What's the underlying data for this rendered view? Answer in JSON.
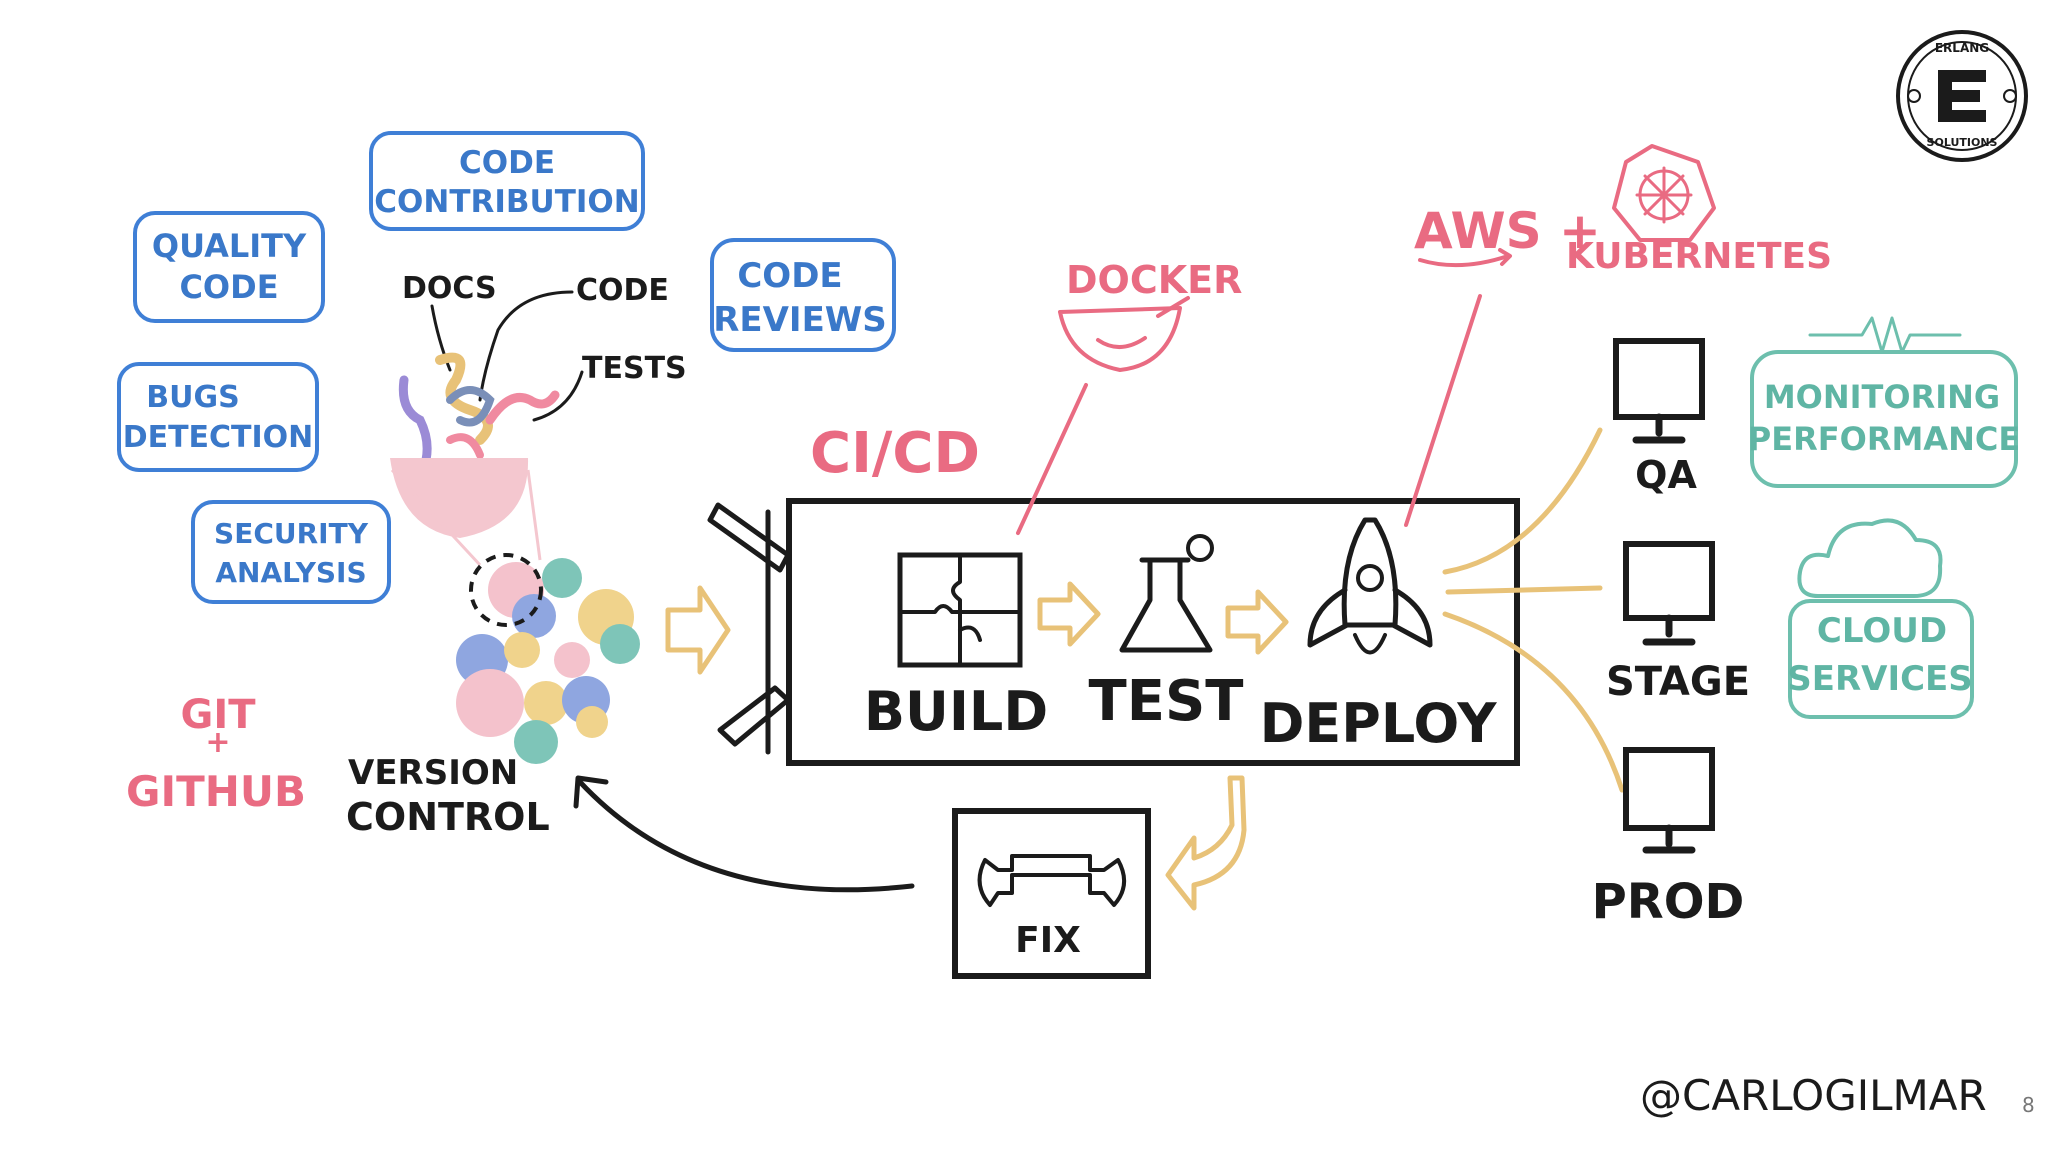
{
  "labels": {
    "code_contribution": [
      "CODE",
      "CONTRIBUTION"
    ],
    "quality_code": [
      "QUALITY",
      "CODE"
    ],
    "bugs_detection": [
      "BUGS",
      "DETECTION"
    ],
    "security_analysis": [
      "SECURITY",
      "ANALYSIS"
    ],
    "code_reviews": [
      "CODE",
      "REVIEWS"
    ],
    "docs": "DOCS",
    "code": "CODE",
    "tests": "TESTS",
    "git_github": [
      "GIT",
      "+",
      "GITHUB"
    ],
    "version_control": [
      "VERSION",
      "CONTROL"
    ],
    "cicd": "CI/CD",
    "docker": "DOCKER",
    "aws_plus": "AWS +",
    "kubernetes": "KUBERNETES",
    "build": "BUILD",
    "test": "TEST",
    "deploy": "DEPLOY",
    "fix": "FIX",
    "qa": "QA",
    "stage": "STAGE",
    "prod": "PROD",
    "monitoring_performance": [
      "MONITORING",
      "PERFORMANCE"
    ],
    "cloud_services": [
      "CLOUD",
      "SERVICES"
    ],
    "credit": "@CARLOGILMAR",
    "page_number": "8"
  },
  "logo": {
    "text_top": "ERLANG",
    "text_bottom": "SOLUTIONS",
    "letter": "E"
  },
  "colors": {
    "blue": "#3a78c9",
    "pink": "#e96b82",
    "teal": "#5fb5a4",
    "yellow": "#e8c278",
    "ink": "#1b1b1b"
  }
}
